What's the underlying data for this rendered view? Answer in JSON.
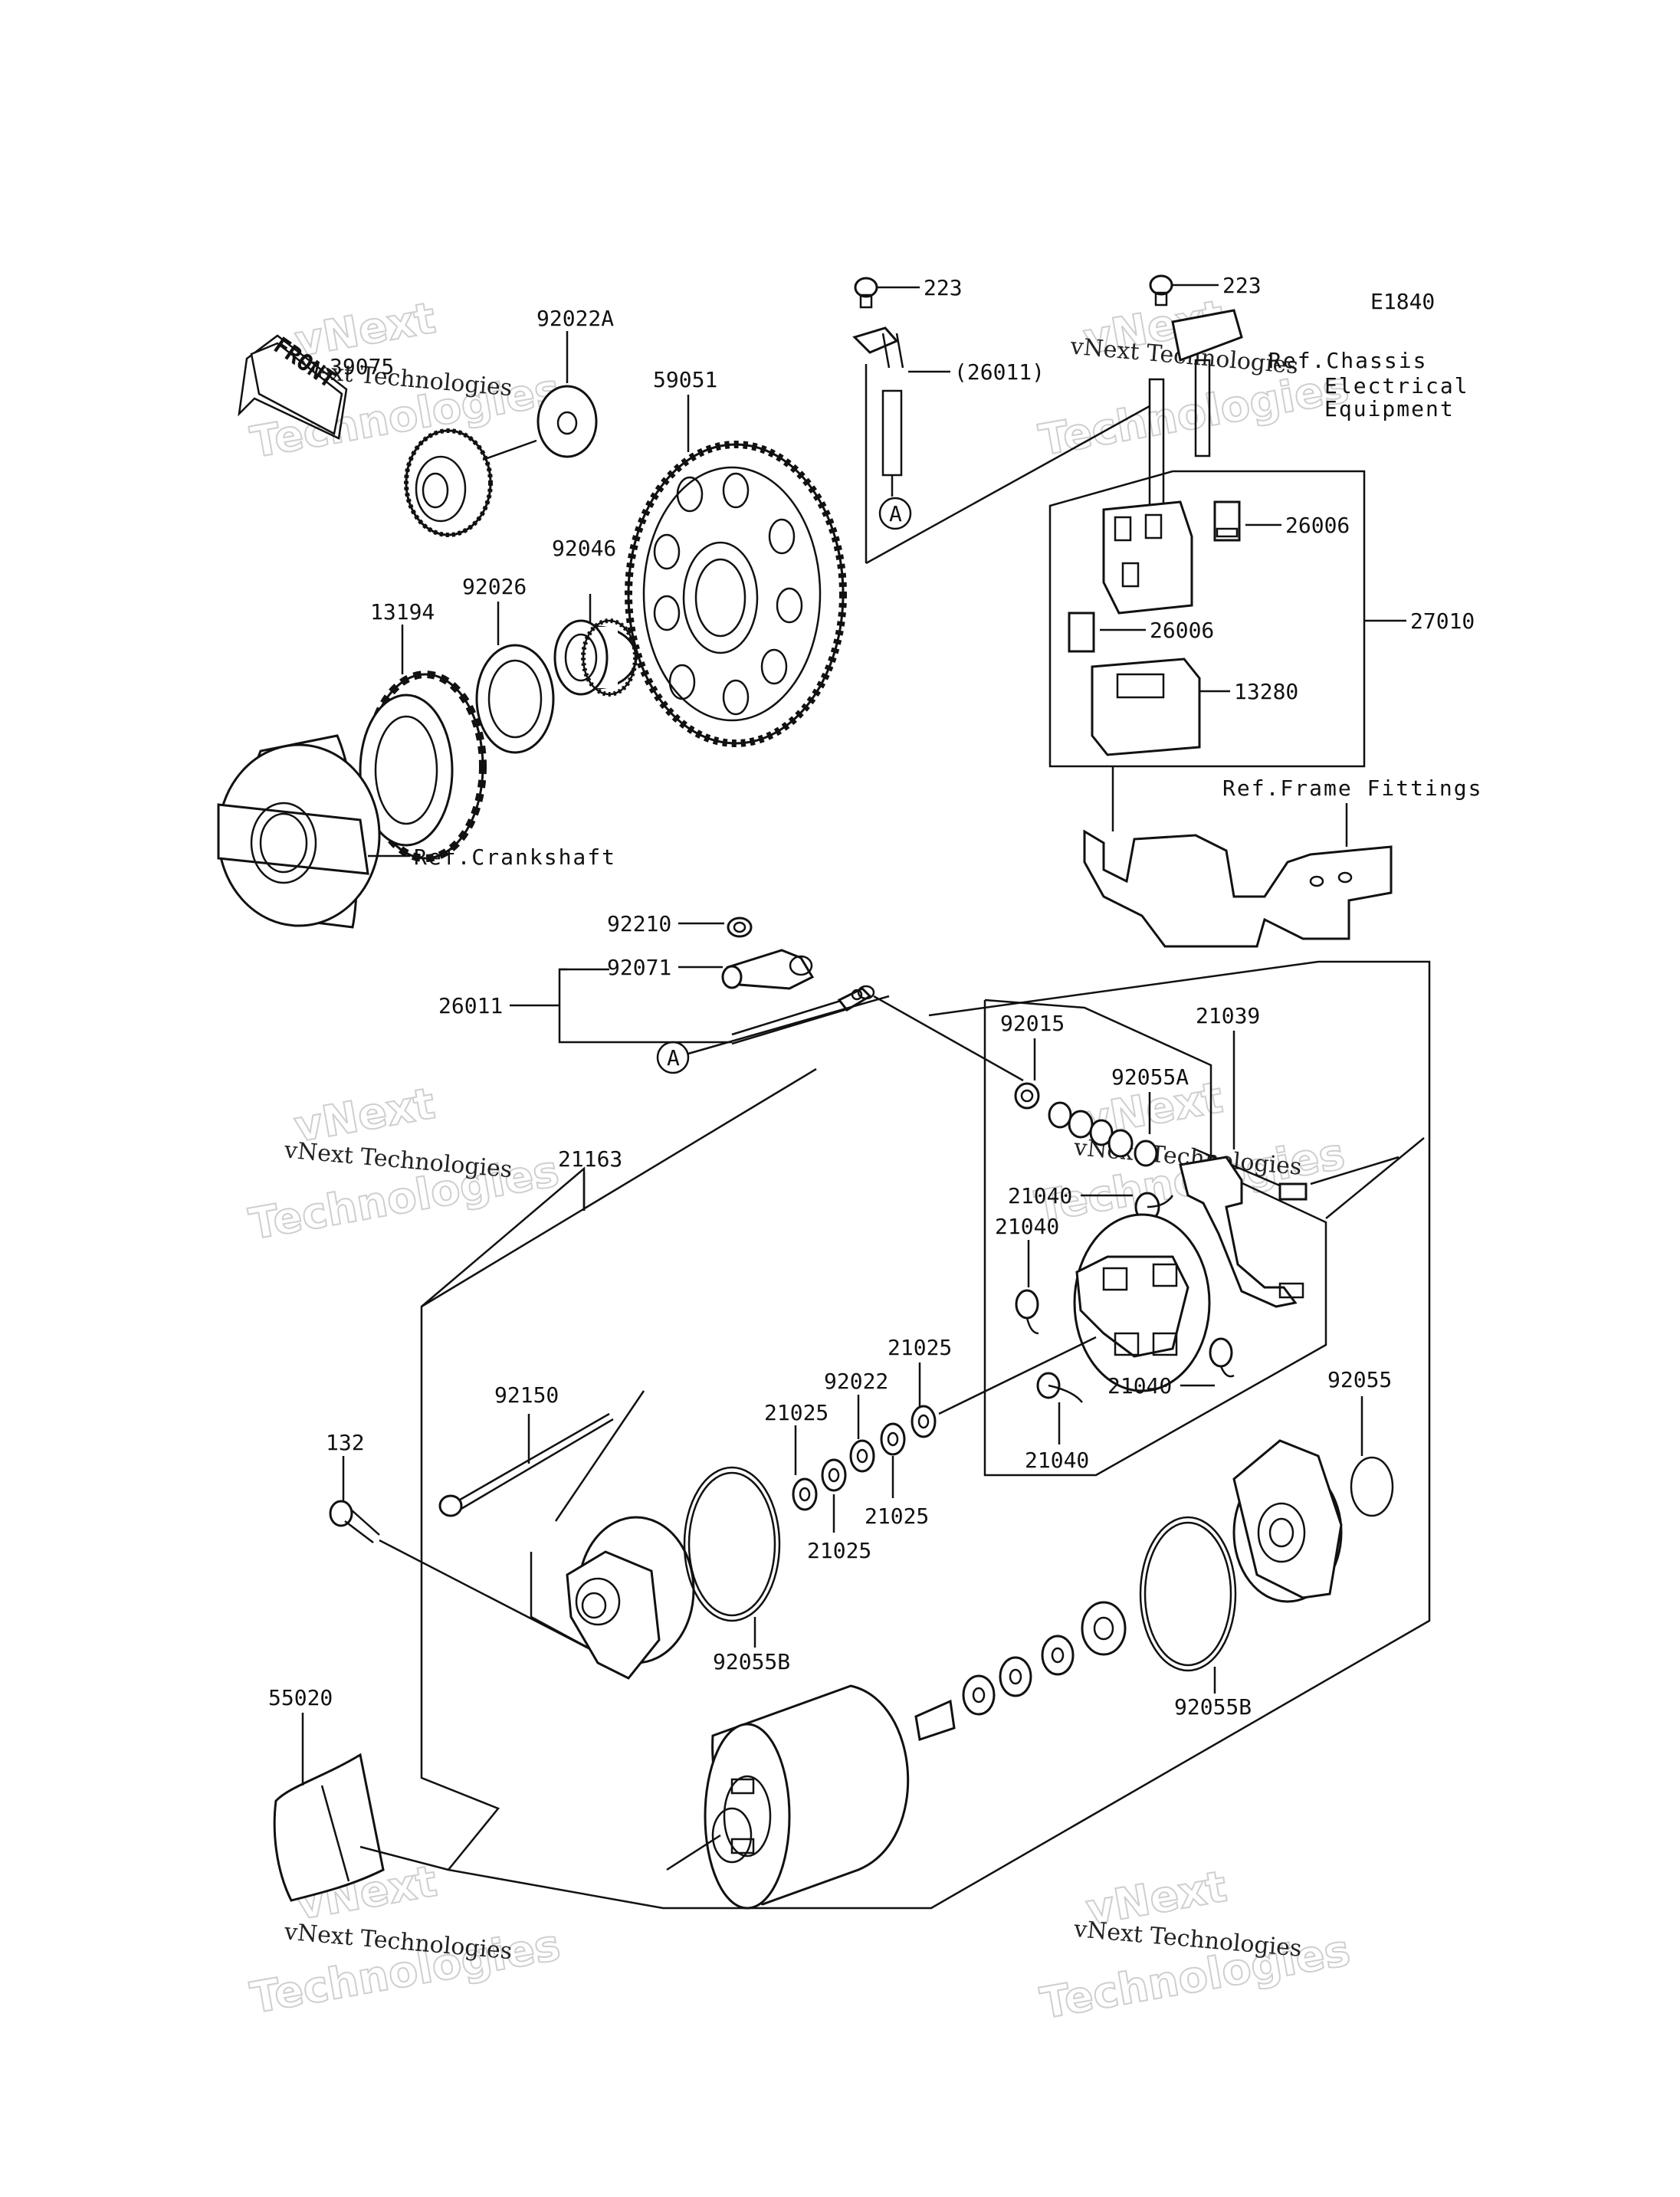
{
  "diagram_code": "E1840",
  "front_arrow": "FRONT",
  "watermark": {
    "line1": "vNext Technologies",
    "line2": "Technologies",
    "line3": "vNext"
  },
  "refs": {
    "chassis_line1": "Ref.Chassis",
    "chassis_line2": "Electrical",
    "chassis_line3": "Equipment",
    "frame": "Ref.Frame Fittings",
    "crankshaft": "Ref.Crankshaft"
  },
  "labels": {
    "p223a": "223",
    "p223b": "223",
    "p26011p": "(26011)",
    "pA1": "A",
    "pA2": "A",
    "p92022A": "92022A",
    "p39075": "39075",
    "p59051": "59051",
    "p92046": "92046",
    "p92026": "92026",
    "p13194": "13194",
    "p26006a": "26006",
    "p26006b": "26006",
    "p27010": "27010",
    "p13280": "13280",
    "p92210": "92210",
    "p92071": "92071",
    "p26011": "26011",
    "p92015": "92015",
    "p21039": "21039",
    "p92055A": "92055A",
    "p21040a": "21040",
    "p21040b": "21040",
    "p21040c": "21040",
    "p21040d": "21040",
    "p21163": "21163",
    "p21025a": "21025",
    "p21025b": "21025",
    "p21025c": "21025",
    "p21025d": "21025",
    "p92022": "92022",
    "p92150": "92150",
    "p132": "132",
    "p92055": "92055",
    "p92055Ba": "92055B",
    "p92055Bb": "92055B",
    "p55020": "55020"
  }
}
